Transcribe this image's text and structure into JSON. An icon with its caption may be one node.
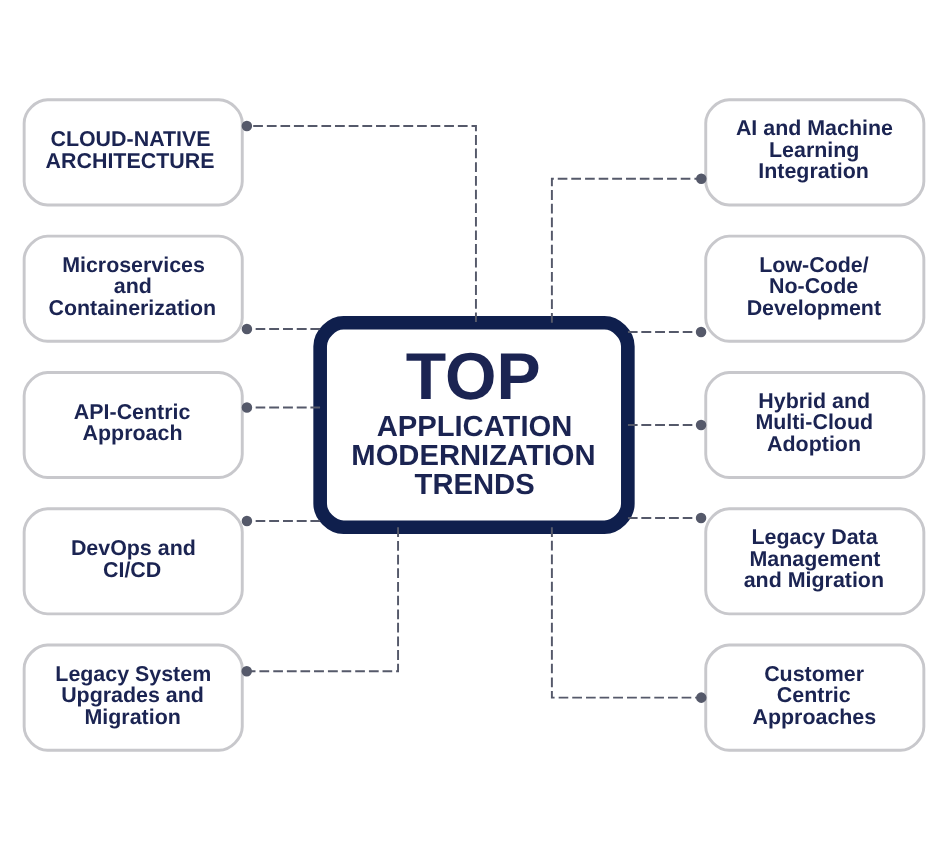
{
  "diagram": {
    "nodes": [
      {
        "text": [
          "CLOUD-NATIVE ARCHITECTURE"
        ]
      },
      {
        "text": [
          "AI and Machine Learning Integration"
        ]
      },
      {
        "text": [
          "Microservices and Containerization"
        ]
      },
      {
        "text": [
          "Low-Code/ No-Code Development"
        ]
      },
      {
        "text": [
          "API-Centric Approach"
        ]
      },
      {
        "text": [
          "TOP",
          "APPLICATION MODERNIZATION TRENDS"
        ]
      },
      {
        "text": [
          "Hybrid and Multi-Cloud Adoption"
        ]
      },
      {
        "text": [
          "DevOps and CI/CD"
        ]
      },
      {
        "text": [
          "Legacy Data Management and Migration"
        ]
      },
      {
        "text": [
          "Legacy System Upgrades and Migration"
        ]
      },
      {
        "text": [
          "Customer Centric Approaches"
        ]
      }
    ],
    "edges": [
      {
        "from": 5,
        "to": 0,
        "arrow": "other",
        "style": "dashed"
      },
      {
        "from": 5,
        "to": 2,
        "arrow": "other",
        "style": "dashed"
      },
      {
        "from": 5,
        "to": 4,
        "arrow": "other",
        "style": "dashed"
      },
      {
        "from": 5,
        "to": 7,
        "arrow": "other",
        "style": "dashed"
      },
      {
        "from": 5,
        "to": 9,
        "arrow": "other",
        "style": "dashed"
      },
      {
        "from": 5,
        "to": 1,
        "arrow": "other",
        "style": "dashed"
      },
      {
        "from": 5,
        "to": 3,
        "arrow": "other",
        "style": "dashed"
      },
      {
        "from": 5,
        "to": 6,
        "arrow": "other",
        "style": "dashed"
      },
      {
        "from": 5,
        "to": 8,
        "arrow": "other",
        "style": "dashed"
      },
      {
        "from": 5,
        "to": 10,
        "arrow": "other",
        "style": "dashed"
      }
    ]
  }
}
